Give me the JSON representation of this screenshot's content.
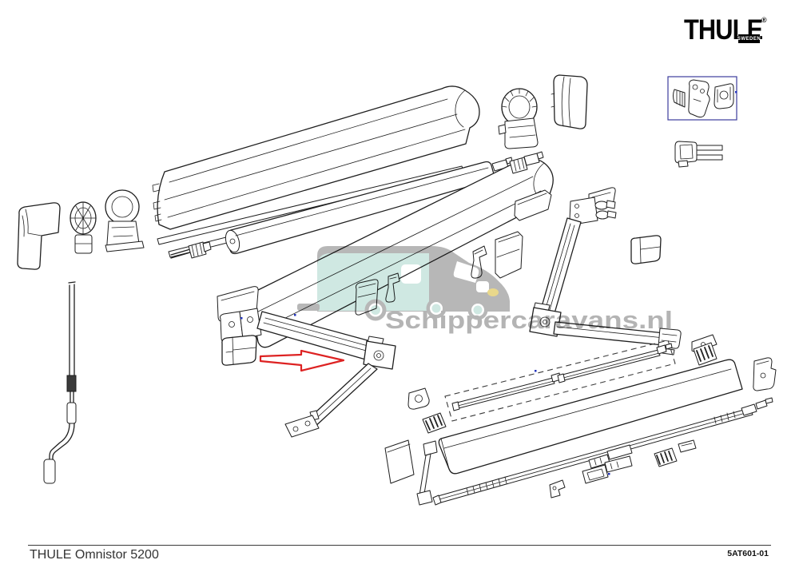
{
  "page": {
    "background": "#ffffff"
  },
  "brand": {
    "name": "THULE",
    "registered_mark": "®",
    "tagline": "SWEDEN"
  },
  "footer": {
    "model": "THULE Omnistor 5200",
    "drawing_number": "5AT601-01"
  },
  "watermark": {
    "text": "Schippercaravans.nl",
    "text_color": "#b4b4b4",
    "body_color": "#b7b7b7",
    "panel_color": "#cfe8e2",
    "window_color": "#ffffff",
    "headlight_color": "#e9d88b"
  },
  "diagram": {
    "line_color": "#1f1f1f",
    "highlight_arrow_color": "#dd2222",
    "accessory_box_border_color": "#3c3c9c",
    "pointer_mark_color": "#2233bb"
  }
}
